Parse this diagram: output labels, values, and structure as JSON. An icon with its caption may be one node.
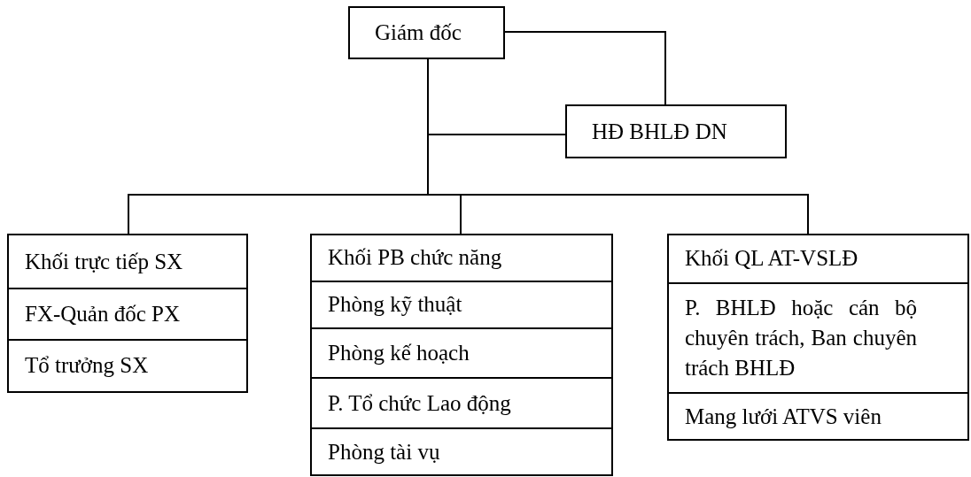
{
  "diagram": {
    "nodes": [
      {
        "text": [
          "Giám đốc"
        ]
      },
      {
        "text": [
          "HĐ BHLĐ DN"
        ]
      },
      {
        "text": [],
        "shape": "box"
      },
      {
        "text": [
          "Khối trực tiếp SX"
        ],
        "in": 2
      },
      {
        "text": [
          "FX-Quản đốc PX"
        ],
        "in": 2
      },
      {
        "text": [
          "Tổ trưởng SX"
        ],
        "in": 2
      },
      {
        "text": [],
        "shape": "box"
      },
      {
        "text": [
          "Khối PB chức năng"
        ],
        "in": 6
      },
      {
        "text": [
          "Phòng kỹ thuật"
        ],
        "in": 6
      },
      {
        "text": [
          "Phòng kế hoạch"
        ],
        "in": 6
      },
      {
        "text": [
          "P. Tổ chức Lao động"
        ],
        "in": 6
      },
      {
        "text": [
          "Phòng tài vụ"
        ],
        "in": 6
      },
      {
        "text": [],
        "shape": "box"
      },
      {
        "text": [
          "Khối QL AT-VSLĐ"
        ],
        "in": 12
      },
      {
        "text": [
          "P. BHLĐ hoặc cán bộ chuyên trách, Ban chuyên trách BHLĐ"
        ],
        "in": 12
      },
      {
        "text": [
          "Mang lưới ATVS viên"
        ],
        "in": 12
      }
    ],
    "edges": [
      {
        "from": 0,
        "to": 1,
        "arrow": "none"
      },
      {
        "from": 0,
        "to": 1,
        "arrow": "none"
      },
      {
        "from": 0,
        "to": 2,
        "arrow": "none"
      },
      {
        "from": 0,
        "to": 6,
        "arrow": "none"
      },
      {
        "from": 0,
        "to": 12,
        "arrow": "none"
      }
    ]
  }
}
